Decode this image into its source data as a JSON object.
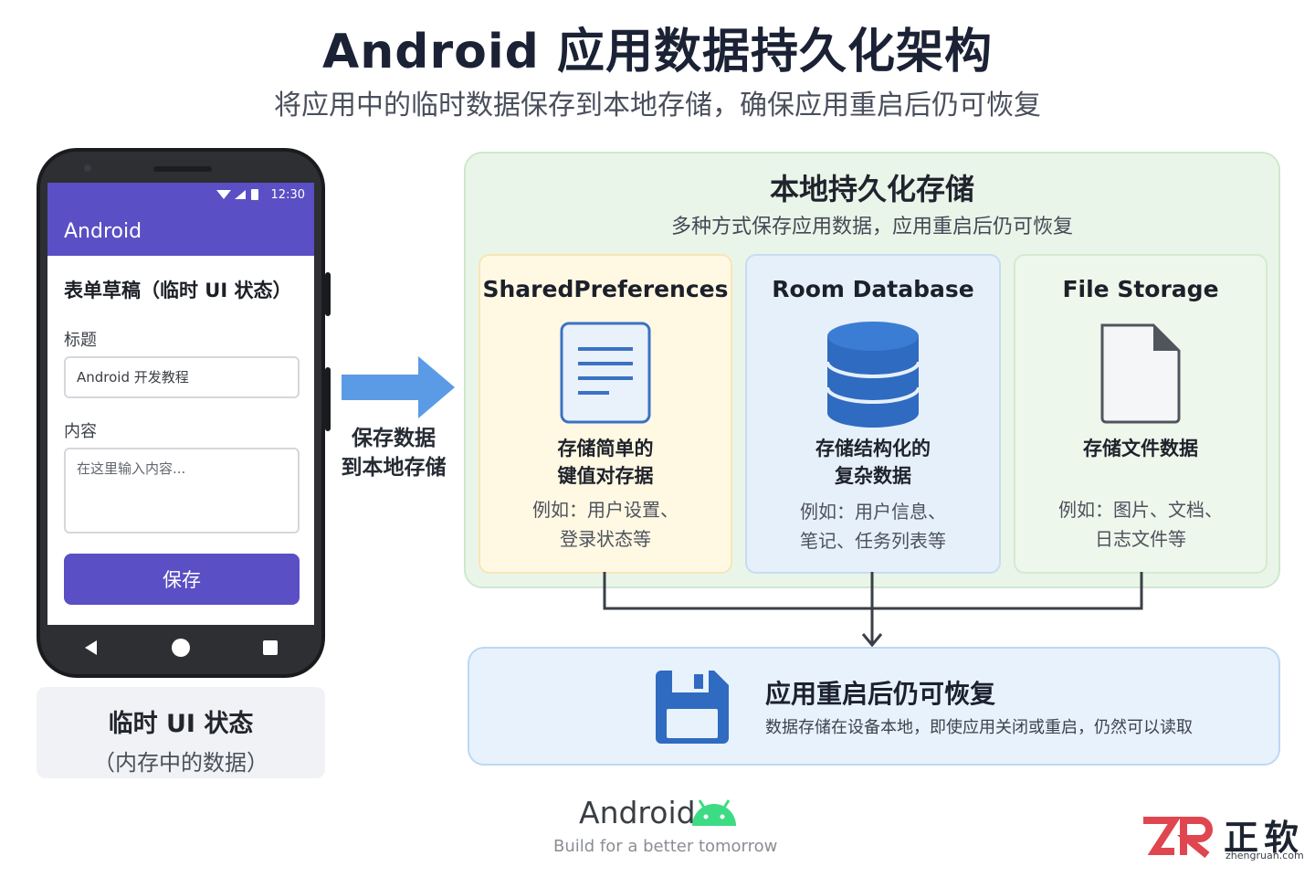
{
  "header": {
    "title": "Android 应用数据持久化架构",
    "subtitle": "将应用中的临时数据保存到本地存储，确保应用重启后仍可恢复"
  },
  "phone": {
    "status_time": "12:30",
    "app_title": "Android",
    "form_title": "表单草稿（临时 UI 状态）",
    "title_label": "标题",
    "title_value": "Android 开发教程",
    "content_label": "内容",
    "content_placeholder": "在这里输入内容...",
    "save_label": "保存",
    "accent_color": "#5a4fc4"
  },
  "temp_state": {
    "title": "临时 UI 状态",
    "subtitle": "（内存中的数据）"
  },
  "flow_arrow": {
    "line1": "保存数据",
    "line2": "到本地存储",
    "color": "#5b9be6"
  },
  "storage": {
    "title": "本地持久化存储",
    "subtitle": "多种方式保存应用数据，应用重启后仍可恢复",
    "options": [
      {
        "name": "SharedPreferences",
        "icon": "document-icon",
        "desc1": "存储简单的",
        "desc2": "键值对存据",
        "example1": "例如：用户设置、",
        "example2": "登录状态等",
        "color": "#fff8e3"
      },
      {
        "name": "Room Database",
        "icon": "database-icon",
        "desc1": "存储结构化的",
        "desc2": "复杂数据",
        "example1": "例如：用户信息、",
        "example2": "笔记、任务列表等",
        "color": "#e6f0fb"
      },
      {
        "name": "File Storage",
        "icon": "file-icon",
        "desc1": "存储文件数据",
        "desc2": "",
        "example1": "例如：图片、文档、",
        "example2": "日志文件等",
        "color": "#eef7ec"
      }
    ]
  },
  "result": {
    "title": "应用重启后仍可恢复",
    "desc": "数据存储在设备本地，即使应用关闭或重启，仍然可以读取",
    "icon": "floppy-disk-icon"
  },
  "footer": {
    "android": "Android",
    "tagline": "Build for a better tomorrow",
    "brand_cn": "正软",
    "brand_url": "zhengruan.com",
    "brand_color": "#e0464f"
  }
}
